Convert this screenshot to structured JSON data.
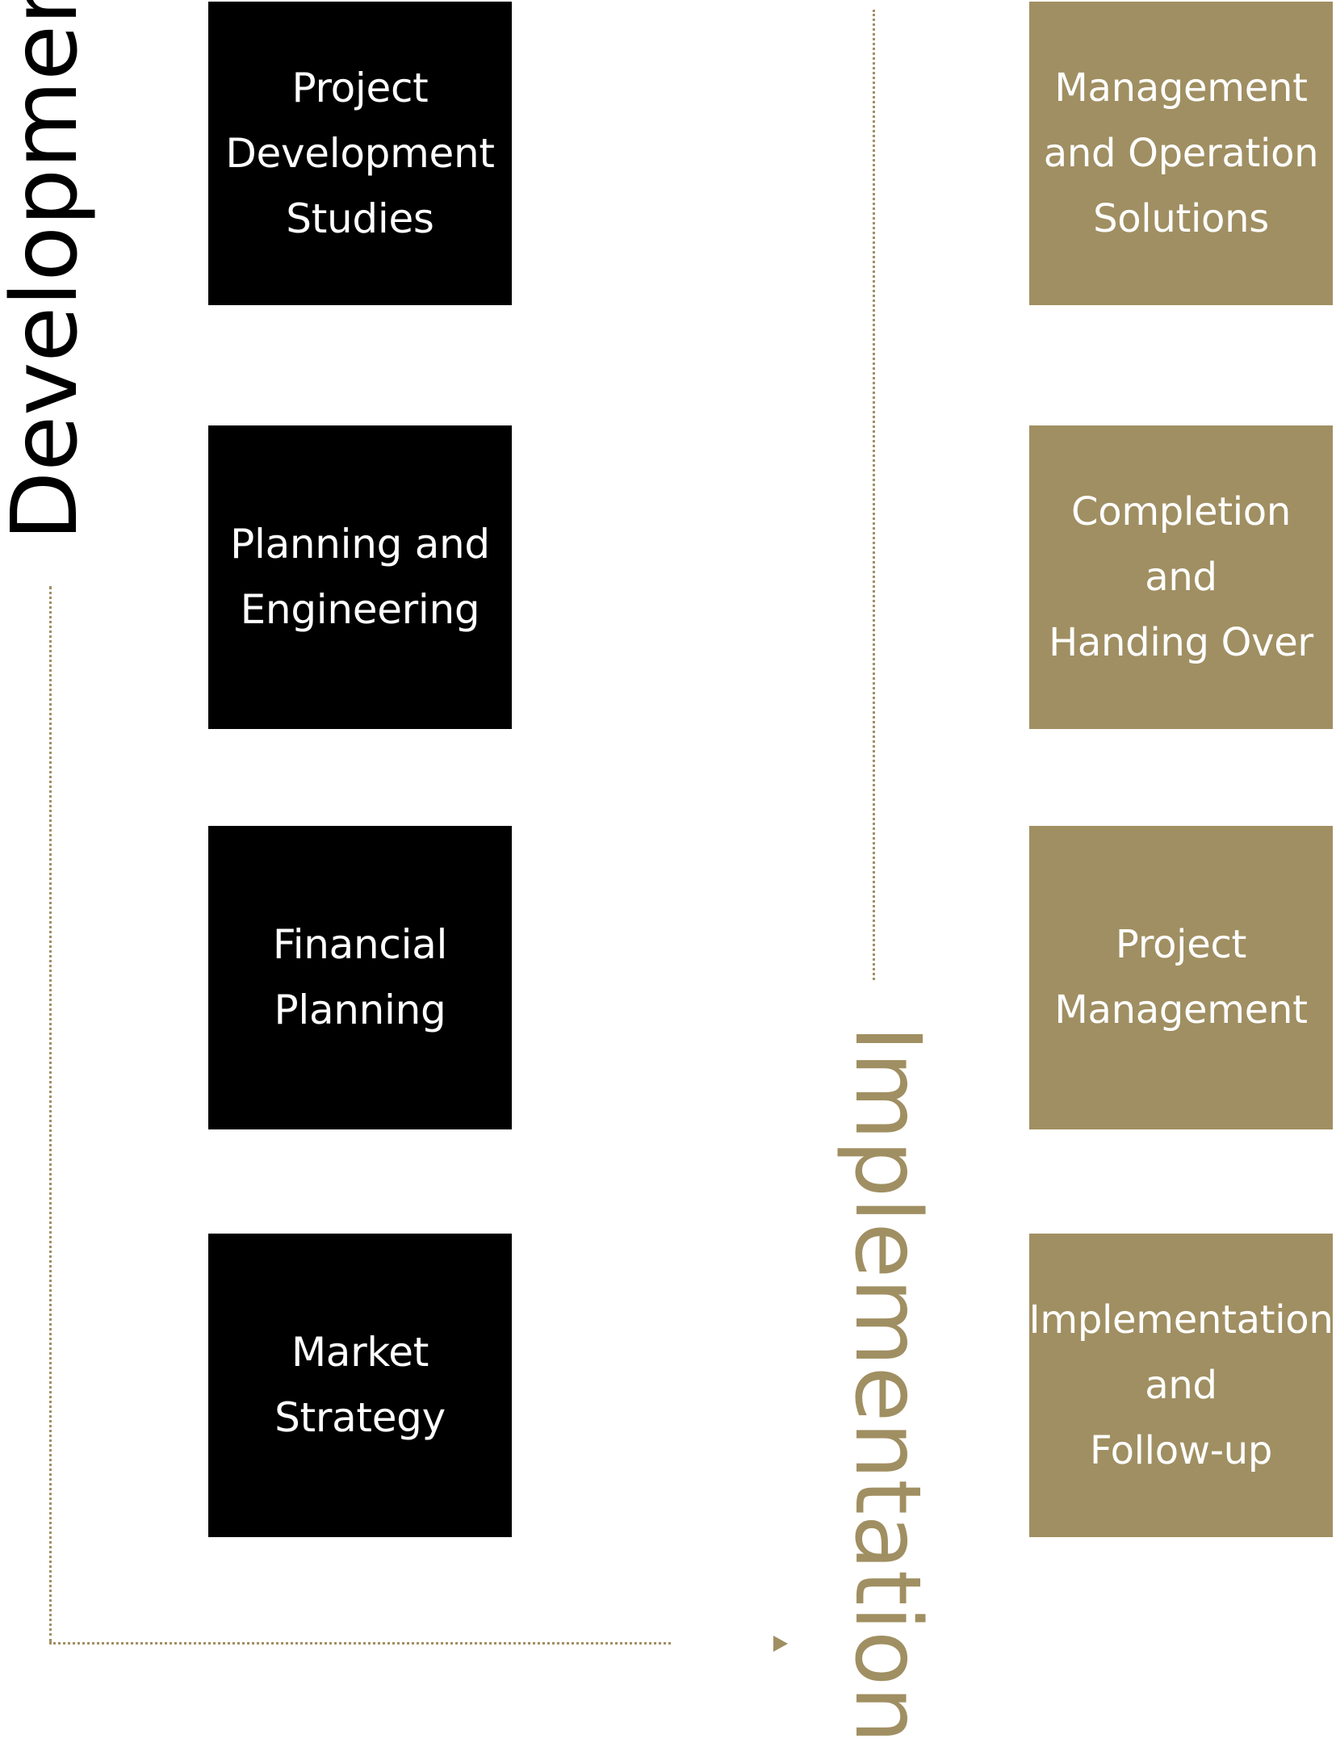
{
  "diagram": {
    "development_label": "Development",
    "implementation_label": "Implementation",
    "development_steps": [
      "Project\nDevelopment\nStudies",
      "Planning and\nEngineering",
      "Financial\nPlanning",
      "Market\nStrategy"
    ],
    "implementation_steps": [
      "Management\nand Operation\nSolutions",
      "Completion and\nHanding Over",
      "Project\nManagement",
      "Implementation\nand\nFollow-up"
    ],
    "colors": {
      "development": "#000000",
      "implementation": "#a08f62",
      "text_on_box": "#ffffff"
    }
  }
}
